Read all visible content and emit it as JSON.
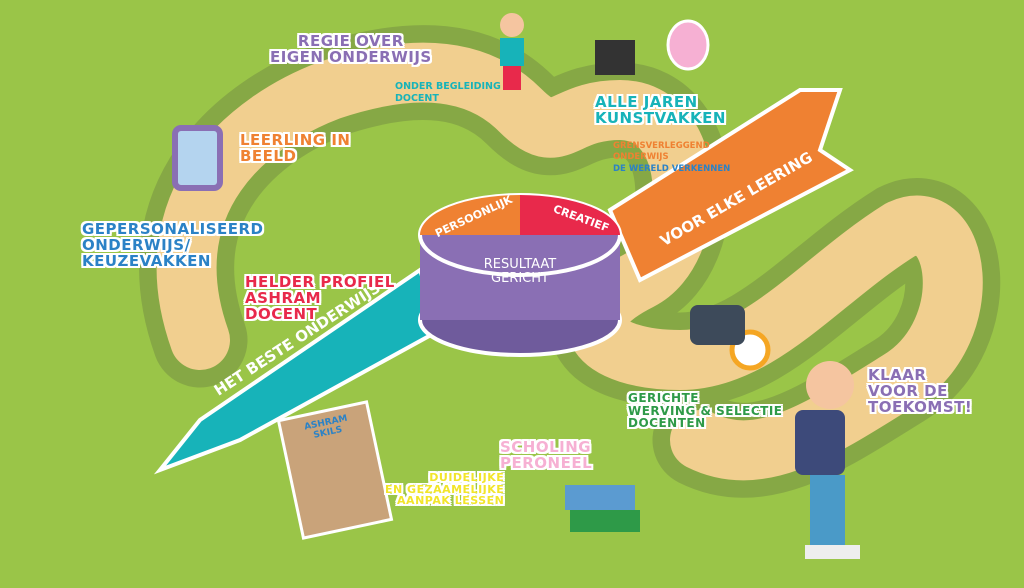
{
  "center": {
    "top_left": "PERSOONLIJK",
    "top_right": "CREATIEF",
    "main_line1": "RESULTAAT",
    "main_line2": "GERICHT"
  },
  "banners": {
    "left": "HET BESTE ONDERWIJS",
    "right": "VOOR ELKE LEERING"
  },
  "labels": {
    "regie": [
      "REGIE OVER",
      "EIGEN ONDERWIJS"
    ],
    "regie_sub": [
      "ONDER BEGLEIDING",
      "DOCENT"
    ],
    "leerling": [
      "LEERLING IN",
      "BEELD"
    ],
    "gepersonaliseerd": [
      "GEPERSONALISEERD",
      "ONDERWIJS/",
      "KEUZEVAKKEN"
    ],
    "helder": [
      "HELDER PROFIEL",
      "ASHRAM",
      "DOCENT"
    ],
    "kunst": [
      "ALLE JAREN",
      "KUNSTVAKKEN"
    ],
    "kunst_sub": [
      "GRENSVERLEGGEND",
      "ONDERWIJS"
    ],
    "kunst_sub2": "DE WERELD VERKENNEN",
    "werving": [
      "GERICHTE",
      "WERVING & SELECTIE",
      "DOCENTEN"
    ],
    "scholing": [
      "SCHOLING",
      "PERONEEL"
    ],
    "duidelijk": [
      "DUIDELIJKE",
      "EN GEZAAMELIJKE",
      "AANPAK LESSEN"
    ],
    "klaar": [
      "KLAAR",
      "VOOR DE",
      "TOEKOMST!"
    ],
    "clipboard": [
      "ASHRAM",
      "SKILS"
    ]
  },
  "colors": {
    "bg": "#9ac548",
    "path": "#f1cf8f",
    "pathEdge": "#86a845",
    "teal": "#17b3b9",
    "orange": "#ef8132",
    "purple": "#8a6fb4",
    "red": "#e8294b",
    "blue": "#2b82c6"
  }
}
